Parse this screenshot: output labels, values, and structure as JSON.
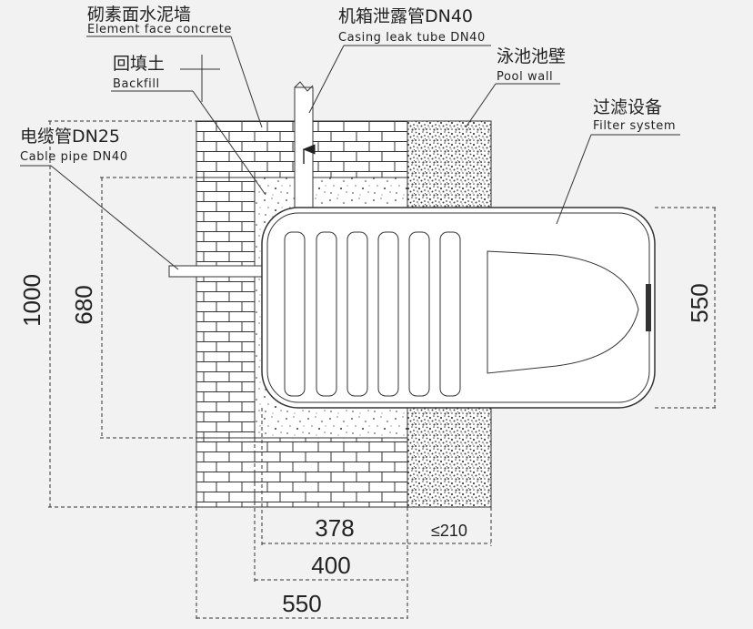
{
  "labels": {
    "wall": {
      "zh": "砌素面水泥墙",
      "en": "Element face concrete"
    },
    "backfill": {
      "zh": "回填土",
      "en": "Backfill"
    },
    "cable": {
      "zh": "电缆管DN25",
      "en": "Cable pipe  DN40"
    },
    "leak_tube": {
      "zh": "机箱泄露管DN40",
      "en": "Casing leak tube DN40"
    },
    "pool_wall": {
      "zh": "泳池池壁",
      "en": "Pool wall"
    },
    "filter": {
      "zh": "过滤设备",
      "en": "Filter system"
    }
  },
  "dimensions": {
    "total_height": "1000",
    "inner_height": "680",
    "filter_height": "550",
    "d378": "378",
    "d210": "≤210",
    "d400": "400",
    "d550": "550"
  },
  "colors": {
    "line": "#333333",
    "background": "#f2f2f2",
    "fill_white": "#ffffff"
  }
}
